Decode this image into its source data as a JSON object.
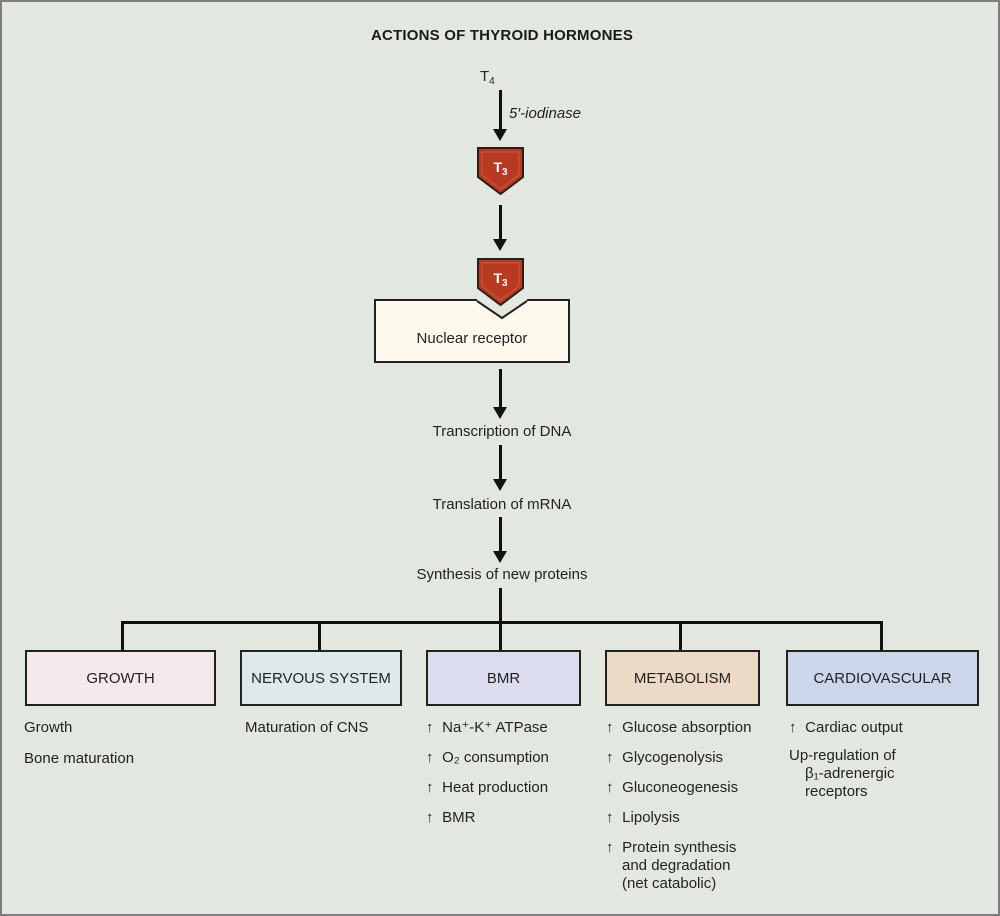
{
  "title": "ACTIONS OF THYROID HORMONES",
  "pathway": {
    "precursor": {
      "base": "T",
      "sub": "4"
    },
    "enzyme": "5′-iodinase",
    "hormone": {
      "base": "T",
      "sub": "3"
    },
    "receptor": "Nuclear receptor",
    "steps": [
      "Transcription of DNA",
      "Translation of mRNA",
      "Synthesis of new proteins"
    ]
  },
  "colors": {
    "background": "#e2e8df",
    "hormone_fill": "#b83a22",
    "receptor_fill": "#fdf9ec",
    "growth": "#f6e9ec",
    "nervous": "#deeaea",
    "bmr": "#dcdcef",
    "metabolism": "#ecd9c6",
    "cardiovascular": "#ccd6ea"
  },
  "up_arrow_icon": "↑",
  "categories": [
    {
      "name": "GROWTH",
      "effects": [
        {
          "up": false,
          "text": "Growth"
        },
        {
          "up": false,
          "text": "Bone maturation"
        }
      ]
    },
    {
      "name": "NERVOUS SYSTEM",
      "effects": [
        {
          "up": false,
          "text": "Maturation of CNS"
        }
      ]
    },
    {
      "name": "BMR",
      "effects": [
        {
          "up": true,
          "text": "Na⁺-K⁺ ATPase"
        },
        {
          "up": true,
          "text": "O₂ consumption"
        },
        {
          "up": true,
          "text": "Heat production"
        },
        {
          "up": true,
          "text": "BMR"
        }
      ]
    },
    {
      "name": "METABOLISM",
      "effects": [
        {
          "up": true,
          "text": "Glucose absorption"
        },
        {
          "up": true,
          "text": "Glycogenolysis"
        },
        {
          "up": true,
          "text": "Gluconeogenesis"
        },
        {
          "up": true,
          "text": "Lipolysis"
        },
        {
          "up": true,
          "text": "Protein synthesis",
          "cont": [
            "and degradation",
            "(net catabolic)"
          ]
        }
      ]
    },
    {
      "name": "CARDIOVASCULAR",
      "effects": [
        {
          "up": true,
          "text": "Cardiac output"
        },
        {
          "up": false,
          "text": "Up-regulation of",
          "cont": [
            "β₁-adrenergic",
            "receptors"
          ]
        }
      ]
    }
  ]
}
